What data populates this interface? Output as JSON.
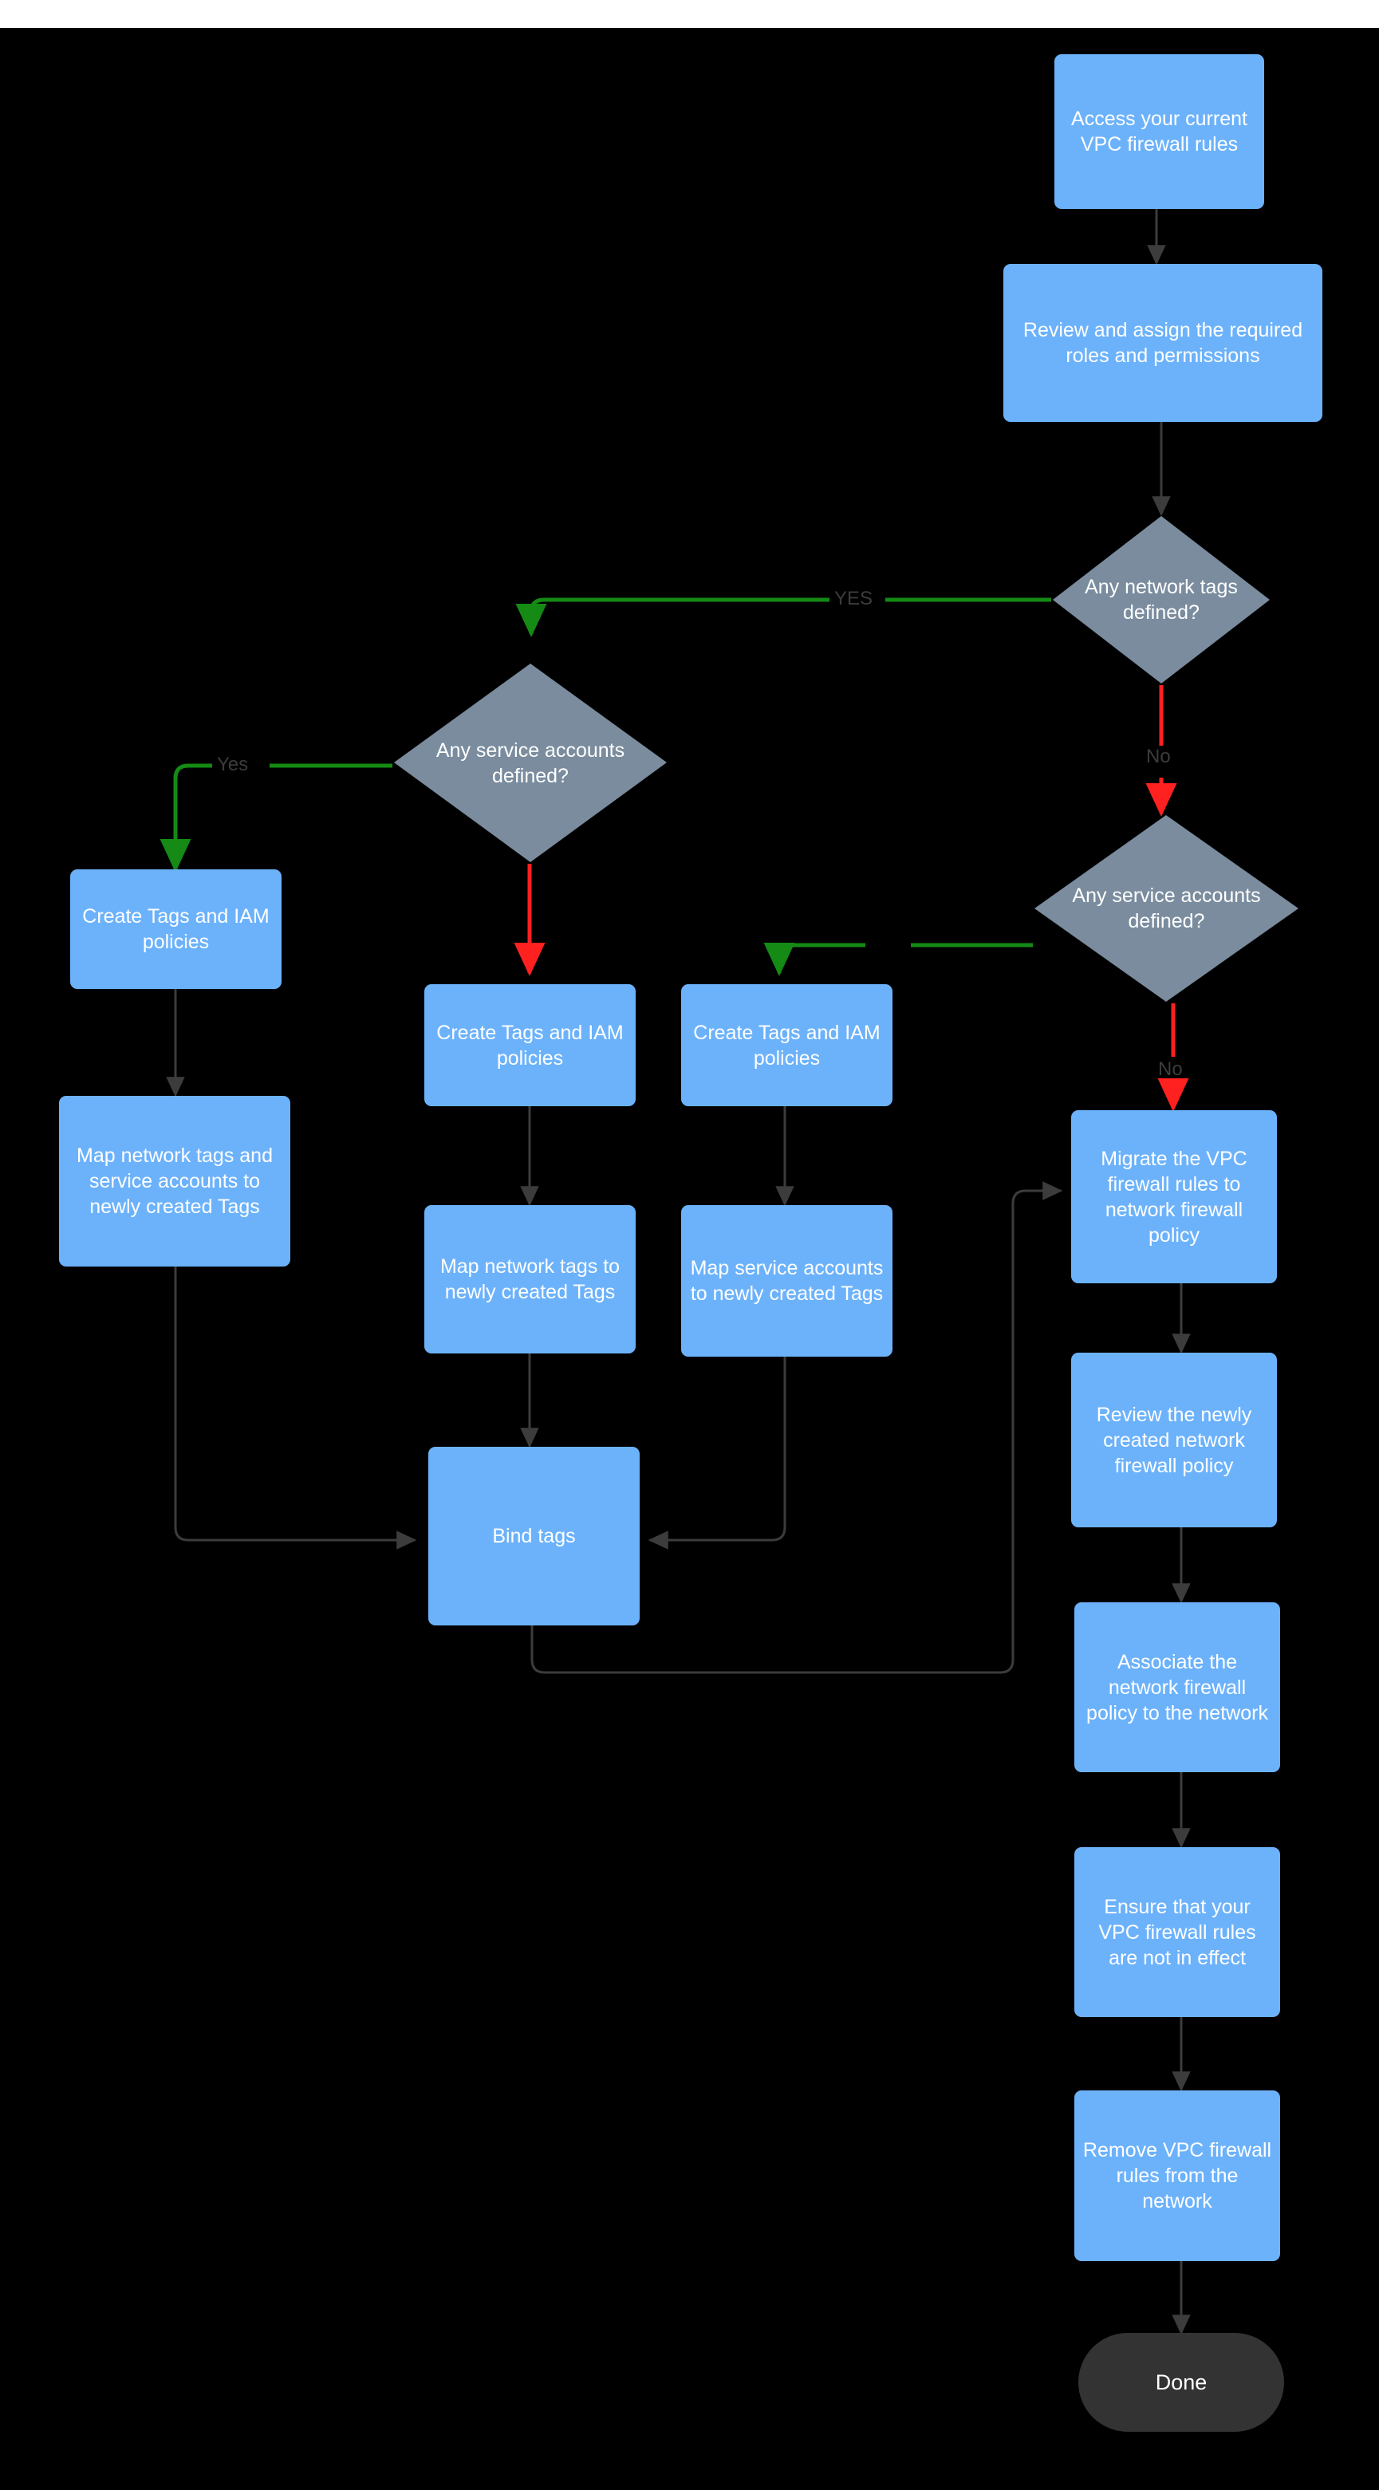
{
  "diagram": {
    "title": "VPC firewall rules to network firewall policy migration flow",
    "background_color": "#000000",
    "process_color": "#6cb2fb",
    "decision_color": "#7a8c9e",
    "terminal_color": "#333333",
    "default_edge_color": "#3c3c3c",
    "yes_edge_color": "#158a15",
    "no_edge_color": "#ff2020",
    "text_color": "#ffffff"
  },
  "nodes": {
    "access_vpc": "Access your current VPC firewall rules",
    "review_roles": "Review and assign the required roles and permissions",
    "any_network_tags": "Any network tags defined?",
    "any_service_accounts_left": "Any service accounts defined?",
    "any_service_accounts_right": "Any service accounts defined?",
    "create_tags_left": "Create Tags and IAM policies",
    "create_tags_mid": "Create Tags and IAM policies",
    "create_tags_right": "Create Tags and IAM policies",
    "map_both": "Map network tags and service accounts to newly created Tags",
    "map_network_tags": "Map network tags to newly created Tags",
    "map_service_accounts": "Map service accounts  to newly created Tags",
    "bind_tags": "Bind tags",
    "migrate_rules": "Migrate the VPC firewall rules to network firewall policy",
    "review_policy": "Review the newly created network firewall policy",
    "associate_policy": "Associate the network firewall policy to the network",
    "ensure_not_in_effect": "Ensure that your VPC firewall rules are not in effect",
    "remove_rules": "Remove  VPC firewall rules from the network",
    "done": "Done"
  },
  "edge_labels": {
    "network_tags_yes": "YES",
    "network_tags_no": "No",
    "service_accounts_left_yes": "Yes",
    "service_accounts_right_no": "No"
  }
}
